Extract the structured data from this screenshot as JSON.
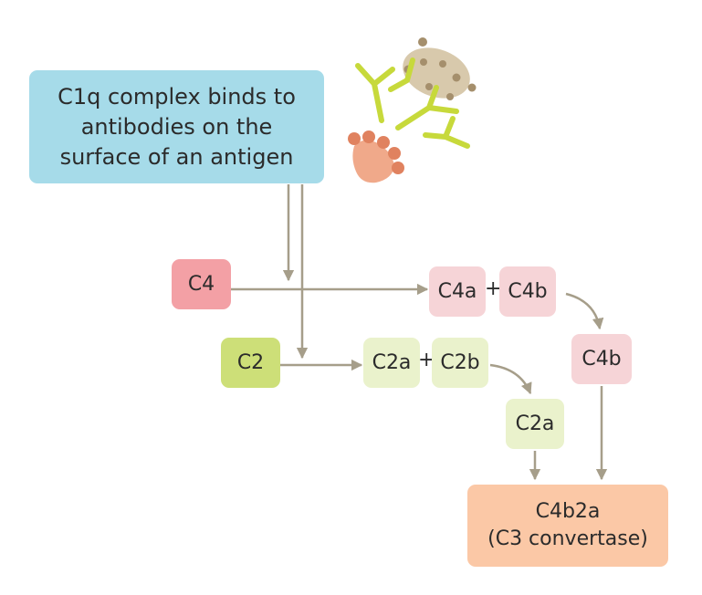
{
  "colors": {
    "line": "#a69e8a",
    "main_box": "#a6dbe9",
    "c4": "#f3a0a5",
    "c4_products": "#f6d4d7",
    "c2": "#cddf78",
    "c2_products": "#eaf2cc",
    "convertase": "#fbc8a6"
  },
  "main": {
    "text": "C1q complex binds to antibodies on the surface of an antigen"
  },
  "nodes": {
    "c4": "C4",
    "c2": "C2",
    "c4a": "C4a",
    "c4b": "C4b",
    "c4b_single": "C4b",
    "c2a": "C2a",
    "c2b": "C2b",
    "c2a_single": "C2a",
    "plus": "+"
  },
  "convertase": {
    "line1": "C4b2a",
    "line2": "(C3 convertase)"
  },
  "icons": {
    "illustration": "antigen-antibody-complex-icon"
  }
}
